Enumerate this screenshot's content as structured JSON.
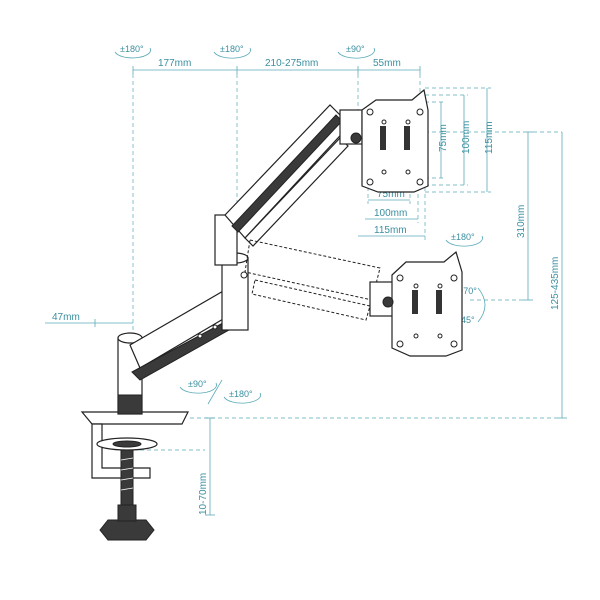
{
  "dimensions": {
    "top_left_span": "177mm",
    "top_mid_span": "210-275mm",
    "top_right_span": "55mm",
    "pole_offset": "47mm",
    "vesa_h_small": "75mm",
    "vesa_h_large": "100mm",
    "vesa_h_outer": "115mm",
    "vesa_v_small": "75mm",
    "vesa_v_large": "100mm",
    "vesa_v_outer": "115mm",
    "height_adjust": "310mm",
    "total_height": "125-435mm",
    "clamp_range": "10-70mm"
  },
  "rotations": {
    "base_joint": "±180°",
    "elbow_joint": "±180°",
    "head_swivel": "±90°",
    "monitor_rotate": "±180°",
    "tilt_up": "+70°",
    "tilt_down": "-45°",
    "lower_swivel": "±90°",
    "lower_rotate": "±180°"
  }
}
